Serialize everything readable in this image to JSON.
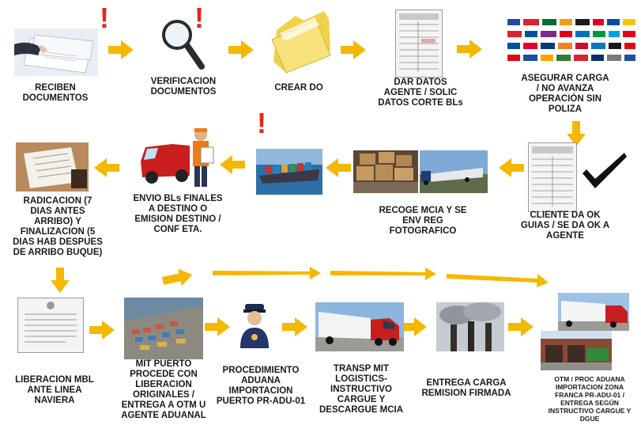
{
  "steps": [
    {
      "id": "1",
      "label": "RECIBEN\nDOCUMENTOS"
    },
    {
      "id": "2",
      "label": "VERIFICACION\nDOCUMENTOS"
    },
    {
      "id": "3",
      "label": "CREAR DO"
    },
    {
      "id": "4",
      "label": "DAR DATOS\nAGENTE / SOLIC\nDATOS CORTE BLs"
    },
    {
      "id": "5",
      "label": "ASEGURAR CARGA\n/ NO AVANZA\nOPERACIÓN SIN\nPOLIZA"
    },
    {
      "id": "6",
      "label": "CLIENTE DA OK\nGUIAS / SE DA OK A\nAGENTE"
    },
    {
      "id": "7",
      "label": "RECOGE MCIA Y SE\nENV REG\nFOTOGRAFICO"
    },
    {
      "id": "8",
      "label": "ENVIO BLs FINALES\nA DESTINO O\nEMISION DESTINO /\nCONF ETA."
    },
    {
      "id": "9",
      "label": "RADICACION (7\nDIAS ANTES\nARRIBO) Y\nFINALIZACION (5\nDIAS HAB DESPUES\nDE ARRIBO BUQUE)"
    },
    {
      "id": "10",
      "label": "LIBERACION MBL\nANTE LINEA\nNAVIERA"
    },
    {
      "id": "11",
      "label": "MIT PUERTO\nPROCEDE CON\nLIBERACION\nORIGINALES /\nENTREGA A OTM U\nAGENTE ADUANAL"
    },
    {
      "id": "12",
      "label": "PROCEDIMIENTO\nADUANA\nIMPORTACION\nPUERTO PR-ADU-01"
    },
    {
      "id": "13",
      "label": "TRANSP MIT\nLOGISTICS-\nINSTRUCTIVO\nCARGUE Y\nDESCARGUE MCIA"
    },
    {
      "id": "14",
      "label": "ENTREGA CARGA\nREMISION FIRMADA"
    },
    {
      "id": "15",
      "label": "OTM / PROC ADUANA\nIMPORTACION ZONA\nFRANCA PR-ADU-01 /\nENTREGA SEGÚN\nINSTRUCTIVO CARGUE Y\nDGUE"
    }
  ],
  "alert_mark": "!",
  "colors": {
    "arrow": "#f5b800",
    "alert": "#e8261b",
    "text": "#1a1a1a"
  }
}
